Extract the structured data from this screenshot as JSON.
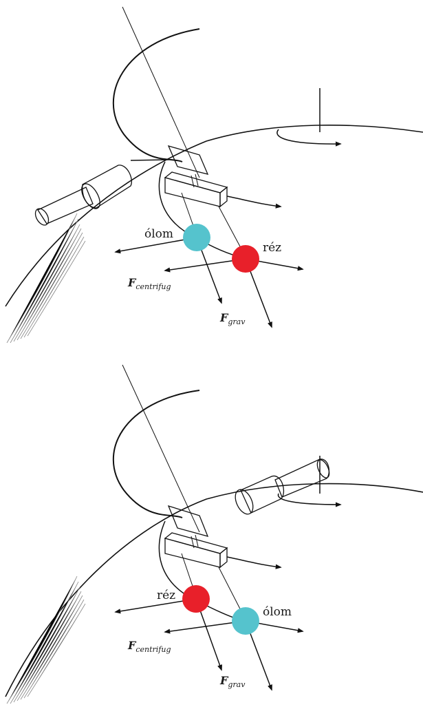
{
  "colors": {
    "lead": "#55c3cd",
    "copper": "#e8202a",
    "line": "#111111"
  },
  "figures": [
    {
      "left_ball": {
        "label": "ólom",
        "material": "lead"
      },
      "right_ball": {
        "label": "réz",
        "material": "copper"
      },
      "force_centrifugal": {
        "symbol": "F",
        "subscript": "centrifug"
      },
      "force_gravity": {
        "symbol": "F",
        "subscript": "grav"
      }
    },
    {
      "left_ball": {
        "label": "réz",
        "material": "copper"
      },
      "right_ball": {
        "label": "ólom",
        "material": "lead"
      },
      "force_centrifugal": {
        "symbol": "F",
        "subscript": "centrifug"
      },
      "force_gravity": {
        "symbol": "F",
        "subscript": "grav"
      }
    }
  ]
}
